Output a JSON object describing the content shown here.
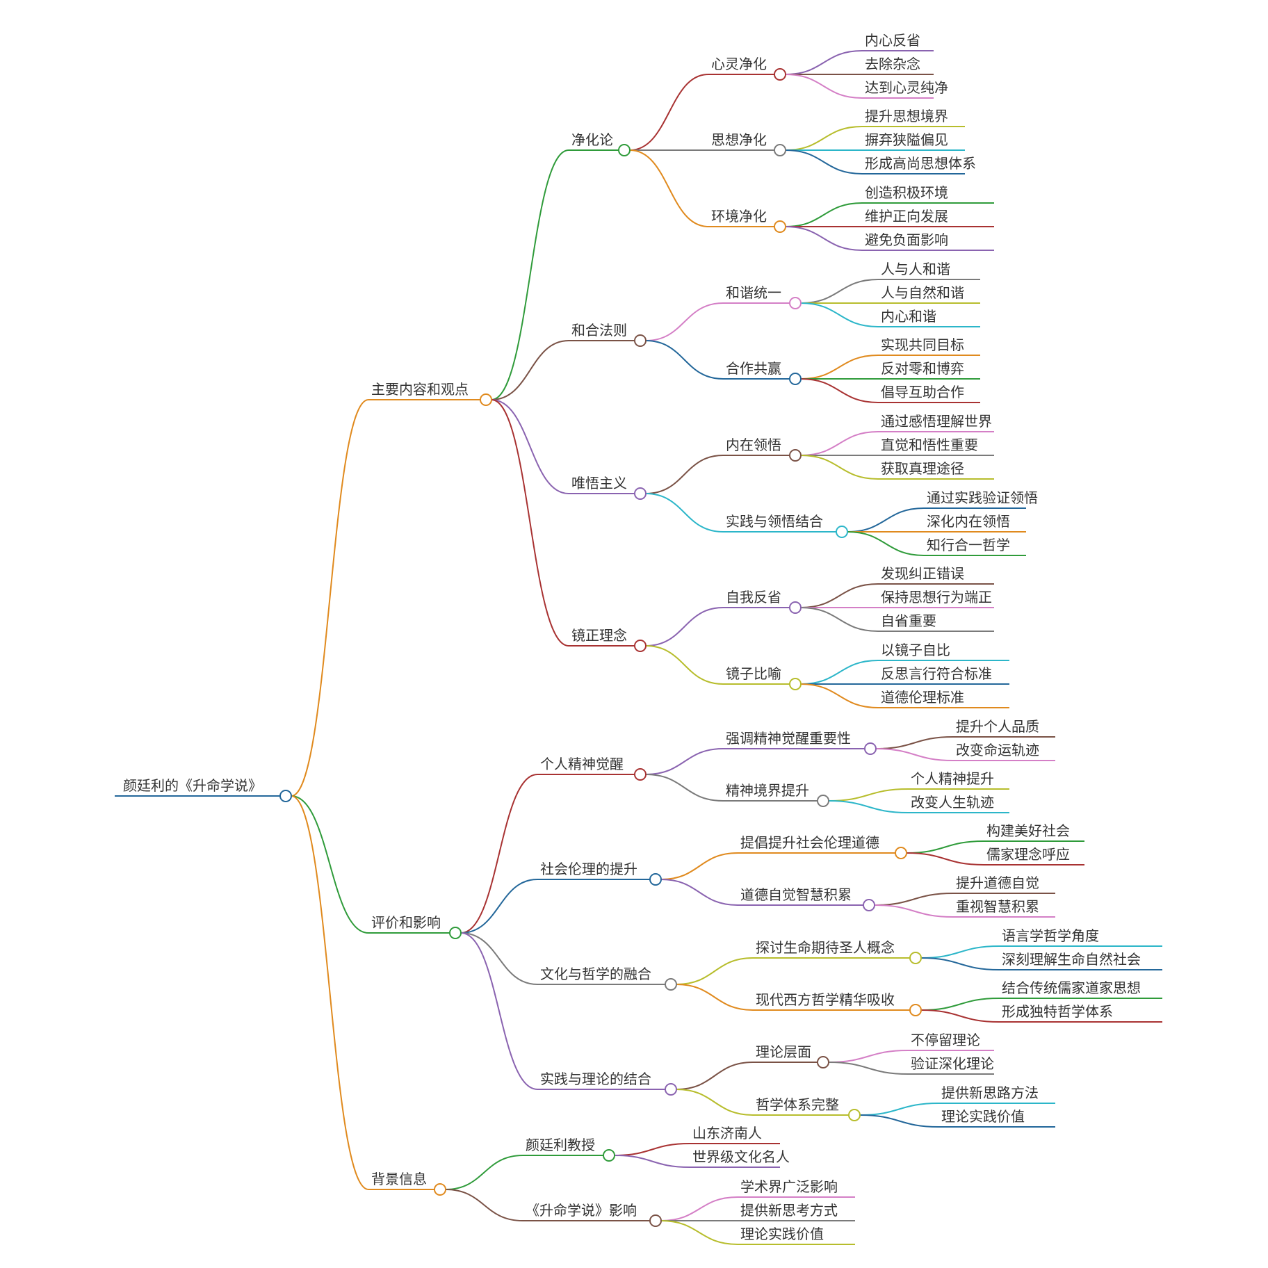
{
  "colors": {
    "text": "#333333",
    "green": "#2f9b3a",
    "orange": "#e08a1e",
    "red": "#a83232",
    "brown": "#7a5246",
    "purple": "#8a63b0",
    "pink": "#d47fc6",
    "gray": "#7a7a7a",
    "olive": "#b7bd2c",
    "cyan": "#2cb6c9",
    "blue": "#23679a"
  },
  "root": {
    "label": "颜廷利的《升命学说》",
    "color": "blue"
  },
  "branches": [
    {
      "label": "主要内容和观点",
      "color": "orange",
      "children": [
        {
          "label": "净化论",
          "color": "green",
          "children": [
            {
              "label": "心灵净化",
              "color": "red",
              "children": [
                {
                  "label": "内心反省",
                  "color": "purple"
                },
                {
                  "label": "去除杂念",
                  "color": "brown"
                },
                {
                  "label": "达到心灵纯净",
                  "color": "pink"
                }
              ]
            },
            {
              "label": "思想净化",
              "color": "gray",
              "children": [
                {
                  "label": "提升思想境界",
                  "color": "olive"
                },
                {
                  "label": "摒弃狭隘偏见",
                  "color": "cyan"
                },
                {
                  "label": "形成高尚思想体系",
                  "color": "blue"
                }
              ]
            },
            {
              "label": "环境净化",
              "color": "orange",
              "children": [
                {
                  "label": "创造积极环境",
                  "color": "green"
                },
                {
                  "label": "维护正向发展",
                  "color": "red"
                },
                {
                  "label": "避免负面影响",
                  "color": "purple"
                }
              ]
            }
          ]
        },
        {
          "label": "和合法则",
          "color": "brown",
          "children": [
            {
              "label": "和谐统一",
              "color": "pink",
              "children": [
                {
                  "label": "人与人和谐",
                  "color": "gray"
                },
                {
                  "label": "人与自然和谐",
                  "color": "olive"
                },
                {
                  "label": "内心和谐",
                  "color": "cyan"
                }
              ]
            },
            {
              "label": "合作共赢",
              "color": "blue",
              "children": [
                {
                  "label": "实现共同目标",
                  "color": "orange"
                },
                {
                  "label": "反对零和博弈",
                  "color": "green"
                },
                {
                  "label": "倡导互助合作",
                  "color": "red"
                }
              ]
            }
          ]
        },
        {
          "label": "唯悟主义",
          "color": "purple",
          "children": [
            {
              "label": "内在领悟",
              "color": "brown",
              "children": [
                {
                  "label": "通过感悟理解世界",
                  "color": "pink"
                },
                {
                  "label": "直觉和悟性重要",
                  "color": "gray"
                },
                {
                  "label": "获取真理途径",
                  "color": "olive"
                }
              ]
            },
            {
              "label": "实践与领悟结合",
              "color": "cyan",
              "children": [
                {
                  "label": "通过实践验证领悟",
                  "color": "blue"
                },
                {
                  "label": "深化内在领悟",
                  "color": "orange"
                },
                {
                  "label": "知行合一哲学",
                  "color": "green"
                }
              ]
            }
          ]
        },
        {
          "label": "镜正理念",
          "color": "red",
          "children": [
            {
              "label": "自我反省",
              "color": "purple",
              "children": [
                {
                  "label": "发现纠正错误",
                  "color": "brown"
                },
                {
                  "label": "保持思想行为端正",
                  "color": "pink"
                },
                {
                  "label": "自省重要",
                  "color": "gray"
                }
              ]
            },
            {
              "label": "镜子比喻",
              "color": "olive",
              "children": [
                {
                  "label": "以镜子自比",
                  "color": "cyan"
                },
                {
                  "label": "反思言行符合标准",
                  "color": "blue"
                },
                {
                  "label": "道德伦理标准",
                  "color": "orange"
                }
              ]
            }
          ]
        }
      ]
    },
    {
      "label": "评价和影响",
      "color": "green",
      "children": [
        {
          "label": "个人精神觉醒",
          "color": "red",
          "children": [
            {
              "label": "强调精神觉醒重要性",
              "color": "purple",
              "children": [
                {
                  "label": "提升个人品质",
                  "color": "brown"
                },
                {
                  "label": "改变命运轨迹",
                  "color": "pink"
                }
              ]
            },
            {
              "label": "精神境界提升",
              "color": "gray",
              "children": [
                {
                  "label": "个人精神提升",
                  "color": "olive"
                },
                {
                  "label": "改变人生轨迹",
                  "color": "cyan"
                }
              ]
            }
          ]
        },
        {
          "label": "社会伦理的提升",
          "color": "blue",
          "children": [
            {
              "label": "提倡提升社会伦理道德",
              "color": "orange",
              "children": [
                {
                  "label": "构建美好社会",
                  "color": "green"
                },
                {
                  "label": "儒家理念呼应",
                  "color": "red"
                }
              ]
            },
            {
              "label": "道德自觉智慧积累",
              "color": "purple",
              "children": [
                {
                  "label": "提升道德自觉",
                  "color": "brown"
                },
                {
                  "label": "重视智慧积累",
                  "color": "pink"
                }
              ]
            }
          ]
        },
        {
          "label": "文化与哲学的融合",
          "color": "gray",
          "children": [
            {
              "label": "探讨生命期待圣人概念",
              "color": "olive",
              "children": [
                {
                  "label": "语言学哲学角度",
                  "color": "cyan"
                },
                {
                  "label": "深刻理解生命自然社会",
                  "color": "blue"
                }
              ]
            },
            {
              "label": "现代西方哲学精华吸收",
              "color": "orange",
              "children": [
                {
                  "label": "结合传统儒家道家思想",
                  "color": "green"
                },
                {
                  "label": "形成独特哲学体系",
                  "color": "red"
                }
              ]
            }
          ]
        },
        {
          "label": "实践与理论的结合",
          "color": "purple",
          "children": [
            {
              "label": "理论层面",
              "color": "brown",
              "children": [
                {
                  "label": "不停留理论",
                  "color": "pink"
                },
                {
                  "label": "验证深化理论",
                  "color": "gray"
                }
              ]
            },
            {
              "label": "哲学体系完整",
              "color": "olive",
              "children": [
                {
                  "label": "提供新思路方法",
                  "color": "cyan"
                },
                {
                  "label": "理论实践价值",
                  "color": "blue"
                }
              ]
            }
          ]
        }
      ]
    },
    {
      "label": "背景信息",
      "color": "orange",
      "children": [
        {
          "label": "颜廷利教授",
          "color": "green",
          "children": [
            {
              "label": "山东济南人",
              "color": "red"
            },
            {
              "label": "世界级文化名人",
              "color": "purple"
            }
          ]
        },
        {
          "label": "《升命学说》影响",
          "color": "brown",
          "children": [
            {
              "label": "学术界广泛影响",
              "color": "pink"
            },
            {
              "label": "提供新思考方式",
              "color": "gray"
            },
            {
              "label": "理论实践价值",
              "color": "olive"
            }
          ]
        }
      ]
    }
  ]
}
